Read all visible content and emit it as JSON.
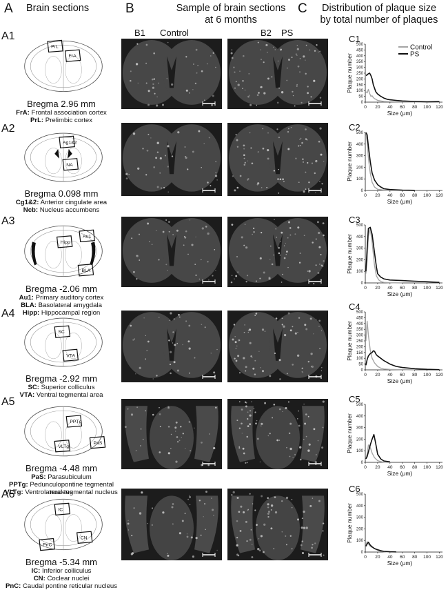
{
  "panels": {
    "A": {
      "letter": "A",
      "title": "Brain sections"
    },
    "B": {
      "letter": "B",
      "title_line1": "Sample of brain sections",
      "title_line2": "at 6 months"
    },
    "C": {
      "letter": "C",
      "title_line1": "Distribution of plaque size",
      "title_line2": "by total number of plaques"
    }
  },
  "sub_labels": {
    "b1": "B1",
    "control": "Control",
    "b2": "B2",
    "ps": "PS"
  },
  "rows": [
    {
      "label": "A1",
      "bregma": "Bregma 2.96 mm",
      "regions": [
        "PrL",
        "FrA"
      ],
      "abbrevs": [
        {
          "abbr": "FrA:",
          "desc": "Frontal association cortex"
        },
        {
          "abbr": "PrL:",
          "desc": "Prelimbic cortex"
        }
      ]
    },
    {
      "label": "A2",
      "bregma": "Bregma 0.098 mm",
      "regions": [
        "Ag1&2",
        "NA"
      ],
      "abbrevs": [
        {
          "abbr": "Cg1&2:",
          "desc": "Anterior cingulate area"
        },
        {
          "abbr": "Ncb:",
          "desc": "Nucleus accumbens"
        }
      ]
    },
    {
      "label": "A3",
      "bregma": "Bregma -2.06 mm",
      "regions": [
        "Hipp",
        "Au1",
        "BLA"
      ],
      "abbrevs": [
        {
          "abbr": "Au1:",
          "desc": "Primary auditory cortex"
        },
        {
          "abbr": "BLA:",
          "desc": "Basolateral amygdala"
        },
        {
          "abbr": "Hipp:",
          "desc": "Hippocampal region"
        }
      ]
    },
    {
      "label": "A4",
      "bregma": "Bregma -2.92 mm",
      "regions": [
        "SC",
        "VTA"
      ],
      "abbrevs": [
        {
          "abbr": "SC:",
          "desc": "Superior colliculus"
        },
        {
          "abbr": "VTA:",
          "desc": "Ventral tegmental area"
        }
      ]
    },
    {
      "label": "A5",
      "bregma": "Bregma -4.48 mm",
      "regions": [
        "PPTg",
        "VLTg",
        "PaS"
      ],
      "abbrevs": [
        {
          "abbr": "PaS:",
          "desc": "Parasubiculum"
        },
        {
          "abbr": "PPTg:",
          "desc": "Pedunculopontine tegmental nucleus"
        },
        {
          "abbr": "VLTg:",
          "desc": "Ventrolateral tegmental nucleus"
        }
      ]
    },
    {
      "label": "A6",
      "bregma": "Bregma -5.34 mm",
      "regions": [
        "IC",
        "PnC",
        "CN"
      ],
      "abbrevs": [
        {
          "abbr": "IC:",
          "desc": "Inferior colliculus"
        },
        {
          "abbr": "CN:",
          "desc": "Coclear nuclei"
        },
        {
          "abbr": "PnC:",
          "desc": "Caudal pontine reticular nucleus"
        }
      ]
    }
  ],
  "colors": {
    "control": "#a6a6a6",
    "ps": "#111111",
    "micrograph_bg": "#1c1c1c"
  },
  "chart_data": [
    {
      "type": "line",
      "label": "C1",
      "xlabel": "Size (μm)",
      "ylabel": "Plaque number",
      "xlim": [
        0,
        125
      ],
      "ylim": [
        0,
        500
      ],
      "xticks": [
        0,
        20,
        40,
        60,
        80,
        100,
        120
      ],
      "yticks": [
        0,
        50,
        100,
        150,
        200,
        250,
        300,
        350,
        400,
        450,
        500
      ],
      "legend": [
        "Control",
        "PS"
      ],
      "legend_position": "top-right",
      "series": [
        {
          "name": "Control",
          "x": [
            1,
            3,
            5,
            7,
            9,
            11,
            13,
            15,
            17,
            20,
            25,
            30,
            40,
            60,
            80,
            100,
            120
          ],
          "y": [
            90,
            80,
            110,
            75,
            50,
            55,
            40,
            30,
            25,
            15,
            10,
            6,
            4,
            2,
            1,
            0,
            0
          ]
        },
        {
          "name": "PS",
          "x": [
            1,
            3,
            5,
            7,
            9,
            11,
            13,
            15,
            17,
            20,
            25,
            30,
            35,
            40,
            50,
            60,
            80,
            100,
            120
          ],
          "y": [
            230,
            235,
            245,
            250,
            230,
            200,
            150,
            120,
            90,
            70,
            50,
            35,
            25,
            20,
            15,
            10,
            6,
            3,
            5
          ]
        }
      ]
    },
    {
      "type": "line",
      "label": "C2",
      "xlabel": "Size (μm)",
      "ylabel": "Plaque number",
      "xlim": [
        0,
        125
      ],
      "ylim": [
        0,
        500
      ],
      "xticks": [
        0,
        20,
        40,
        60,
        80,
        100,
        120
      ],
      "yticks": [
        0,
        100,
        200,
        300,
        400,
        500
      ],
      "series": [
        {
          "name": "Control",
          "x": [
            1,
            3,
            5,
            8,
            11,
            15,
            20,
            30,
            50,
            80
          ],
          "y": [
            500,
            420,
            280,
            150,
            70,
            30,
            10,
            3,
            1,
            0
          ]
        },
        {
          "name": "PS",
          "x": [
            1,
            3,
            5,
            8,
            11,
            15,
            20,
            25,
            30,
            40,
            60,
            80
          ],
          "y": [
            500,
            480,
            380,
            250,
            150,
            90,
            50,
            30,
            15,
            8,
            3,
            1
          ]
        }
      ]
    },
    {
      "type": "line",
      "label": "C3",
      "xlabel": "Size (μm)",
      "ylabel": "Plaque number",
      "xlim": [
        0,
        125
      ],
      "ylim": [
        0,
        500
      ],
      "xticks": [
        0,
        20,
        40,
        60,
        80,
        100,
        120
      ],
      "yticks": [
        0,
        100,
        200,
        300,
        400,
        500
      ],
      "series": [
        {
          "name": "Control",
          "x": [
            1,
            3,
            5,
            8,
            11,
            15,
            18,
            22,
            26,
            30,
            40,
            60
          ],
          "y": [
            80,
            200,
            400,
            470,
            350,
            150,
            60,
            25,
            10,
            5,
            2,
            0
          ]
        },
        {
          "name": "PS",
          "x": [
            1,
            3,
            5,
            8,
            11,
            15,
            18,
            20,
            25,
            30,
            40,
            60,
            80,
            100,
            120
          ],
          "y": [
            100,
            300,
            470,
            480,
            420,
            260,
            140,
            80,
            50,
            35,
            25,
            20,
            15,
            10,
            5
          ]
        }
      ]
    },
    {
      "type": "line",
      "label": "C4",
      "xlabel": "Size (μm)",
      "ylabel": "Plaque number",
      "xlim": [
        0,
        125
      ],
      "ylim": [
        0,
        500
      ],
      "xticks": [
        0,
        20,
        40,
        60,
        80,
        100,
        120
      ],
      "yticks": [
        0,
        50,
        100,
        150,
        200,
        250,
        300,
        350,
        400,
        450,
        500
      ],
      "series": [
        {
          "name": "Control",
          "x": [
            1,
            3,
            5,
            8,
            11,
            15,
            20,
            25,
            30,
            40,
            60,
            80
          ],
          "y": [
            250,
            420,
            300,
            170,
            100,
            60,
            30,
            15,
            8,
            4,
            2,
            0
          ]
        },
        {
          "name": "PS",
          "x": [
            1,
            3,
            5,
            8,
            11,
            13,
            15,
            18,
            20,
            25,
            30,
            40,
            50,
            60,
            80,
            100,
            120
          ],
          "y": [
            40,
            90,
            120,
            140,
            150,
            165,
            160,
            130,
            120,
            100,
            80,
            50,
            30,
            20,
            10,
            5,
            2
          ]
        }
      ]
    },
    {
      "type": "line",
      "label": "C5",
      "xlabel": "Size (μm)",
      "ylabel": "Plaque number",
      "xlim": [
        0,
        125
      ],
      "ylim": [
        0,
        500
      ],
      "xticks": [
        0,
        20,
        40,
        60,
        80,
        100,
        120
      ],
      "yticks": [
        0,
        100,
        200,
        300,
        400,
        500
      ],
      "series": [
        {
          "name": "Control",
          "x": [
            1,
            3,
            5,
            8,
            11,
            15,
            20,
            25,
            30,
            40
          ],
          "y": [
            40,
            70,
            150,
            130,
            80,
            40,
            15,
            6,
            2,
            0
          ]
        },
        {
          "name": "PS",
          "x": [
            1,
            3,
            5,
            8,
            11,
            14,
            17,
            20,
            25,
            30,
            40
          ],
          "y": [
            30,
            50,
            90,
            150,
            200,
            240,
            160,
            70,
            30,
            12,
            4
          ]
        }
      ]
    },
    {
      "type": "line",
      "label": "C6",
      "xlabel": "Size (μm)",
      "ylabel": "Plaque number",
      "xlim": [
        0,
        125
      ],
      "ylim": [
        0,
        500
      ],
      "xticks": [
        0,
        20,
        40,
        60,
        80,
        100,
        120
      ],
      "yticks": [
        0,
        100,
        200,
        300,
        400,
        500
      ],
      "series": [
        {
          "name": "Control",
          "x": [
            1,
            3,
            5,
            8,
            11,
            15,
            20,
            25,
            30,
            40
          ],
          "y": [
            60,
            90,
            70,
            50,
            40,
            30,
            15,
            8,
            3,
            0
          ]
        },
        {
          "name": "PS",
          "x": [
            1,
            3,
            5,
            8,
            11,
            15,
            20,
            25,
            30,
            40,
            50
          ],
          "y": [
            50,
            70,
            85,
            60,
            45,
            30,
            20,
            12,
            6,
            3,
            1
          ]
        }
      ]
    }
  ]
}
